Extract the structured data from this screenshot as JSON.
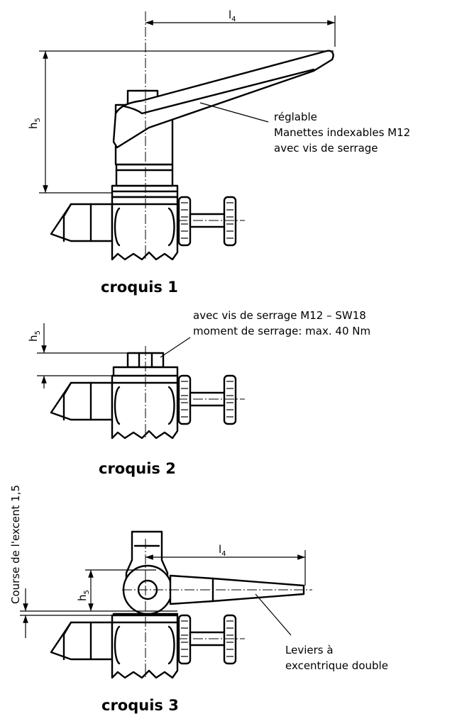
{
  "figure1": {
    "caption": "croquis 1",
    "dim_l": "l",
    "dim_l_sub": "4",
    "dim_h": "h",
    "dim_h_sub": "5",
    "note_line1": "réglable",
    "note_line2": "Manettes indexables M12",
    "note_line3": "avec vis de serrage"
  },
  "figure2": {
    "caption": "croquis 2",
    "dim_h": "h",
    "dim_h_sub": "5",
    "note_line1": "avec vis de serrage M12 – SW18",
    "note_line2": "moment de serrage: max. 40 Nm"
  },
  "figure3": {
    "caption": "croquis 3",
    "dim_l": "l",
    "dim_l_sub": "4",
    "dim_h": "h",
    "dim_h_sub": "5",
    "stroke_label": "Course de l'excent 1,5",
    "note_line1": "Leviers à",
    "note_line2": "excentrique double"
  }
}
